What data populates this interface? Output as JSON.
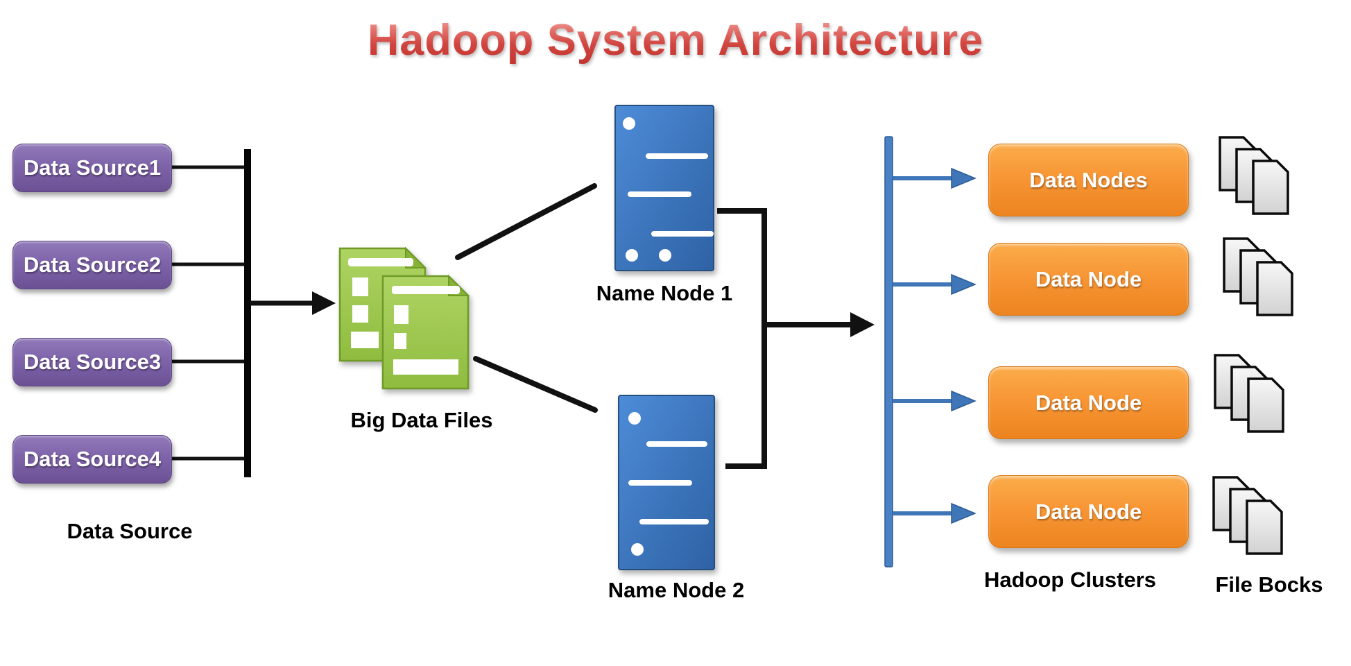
{
  "title": "Hadoop System Architecture",
  "data_source_group": {
    "items": [
      {
        "label": "Data Source1"
      },
      {
        "label": "Data Source2"
      },
      {
        "label": "Data Source3"
      },
      {
        "label": "Data Source4"
      }
    ],
    "group_label": "Data Source"
  },
  "big_data_files": {
    "label": "Big Data Files"
  },
  "name_nodes": {
    "node1_label": "Name Node 1",
    "node2_label": "Name Node 2"
  },
  "hadoop_clusters": {
    "nodes": [
      {
        "label": "Data Nodes"
      },
      {
        "label": "Data Node"
      },
      {
        "label": "Data Node"
      },
      {
        "label": "Data Node"
      }
    ],
    "group_label": "Hadoop Clusters"
  },
  "file_blocks": {
    "group_label": "File Bocks"
  },
  "colors": {
    "title_red": "#d14540",
    "source_purple": "#7e63a9",
    "name_node_blue": "#3d7cc9",
    "cluster_orange": "#f79433",
    "big_data_green": "#9bc550",
    "distribution_blue": "#3f76b8",
    "connector_black": "#111111",
    "file_block_gray": "#e3e3e3"
  }
}
